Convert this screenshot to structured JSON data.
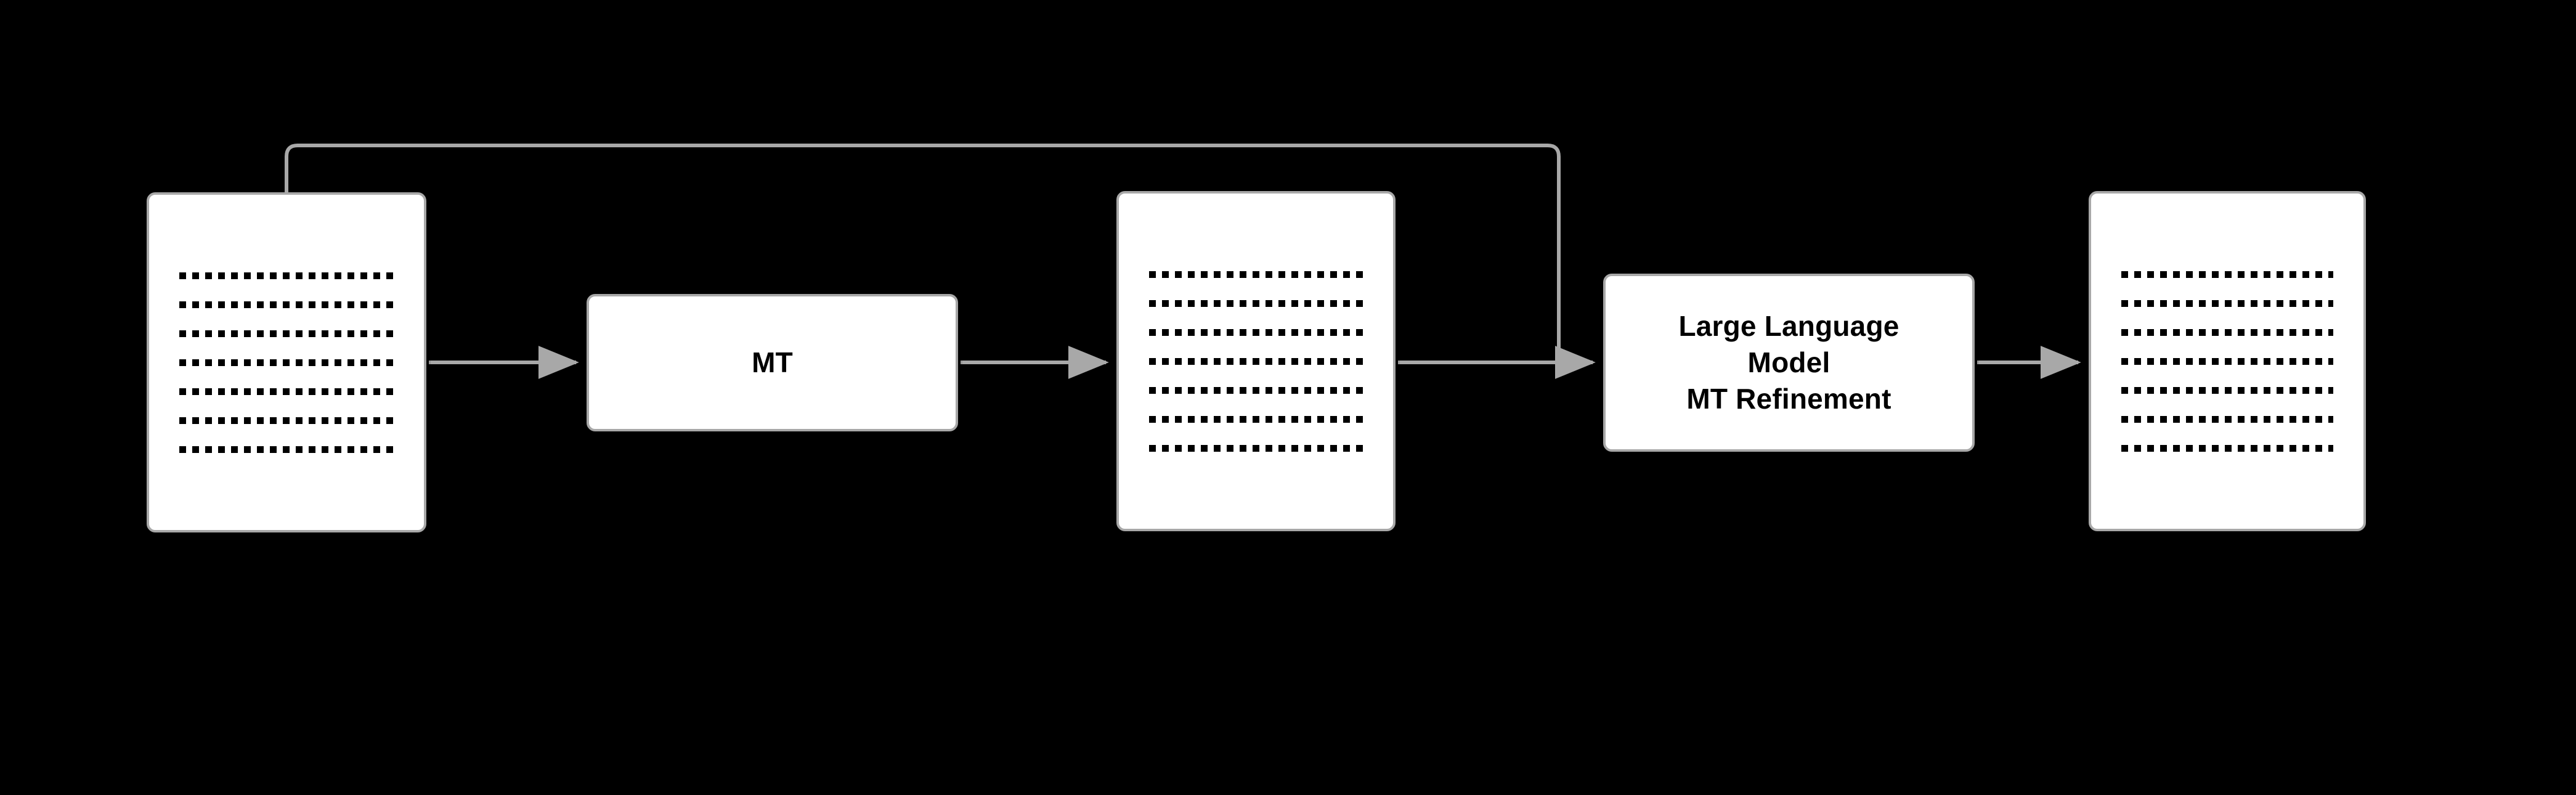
{
  "diagram": {
    "title": "Machine Translation with LLM Refinement Pipeline",
    "type": "flowchart",
    "background_color": "#000000",
    "node_fill_color": "#ffffff",
    "node_border_color": "#a8a8a8",
    "connector_color": "#a8a8a8",
    "text_color": "#000000"
  },
  "nodes": {
    "source_document": {
      "kind": "document",
      "label": "",
      "text_line_count": 7,
      "icon": "document-lines-icon"
    },
    "mt": {
      "kind": "process",
      "label": "MT"
    },
    "mt_output_document": {
      "kind": "document",
      "label": "",
      "text_line_count": 7,
      "icon": "document-lines-icon"
    },
    "llm": {
      "kind": "process",
      "label": "Large Language\nModel\nMT Refinement"
    },
    "refined_document": {
      "kind": "document",
      "label": "",
      "text_line_count": 7,
      "icon": "document-lines-icon"
    }
  },
  "connectors": [
    {
      "id": "source-to-mt",
      "label": "",
      "from": "source_document",
      "to": "mt",
      "arrowhead": true,
      "routing": "straight-horizontal"
    },
    {
      "id": "mt-to-mt-output",
      "label": "",
      "from": "mt",
      "to": "mt_output_document",
      "arrowhead": true,
      "routing": "straight-horizontal"
    },
    {
      "id": "mt-output-to-llm",
      "label": "",
      "from": "mt_output_document",
      "to": "llm",
      "arrowhead": true,
      "routing": "straight-horizontal"
    },
    {
      "id": "source-to-llm-feedback",
      "label": "",
      "from": "source_document",
      "to": "llm",
      "arrowhead": false,
      "routing": "orthogonal-over-top"
    },
    {
      "id": "llm-to-refined",
      "label": "",
      "from": "llm",
      "to": "refined_document",
      "arrowhead": true,
      "routing": "straight-horizontal"
    }
  ]
}
